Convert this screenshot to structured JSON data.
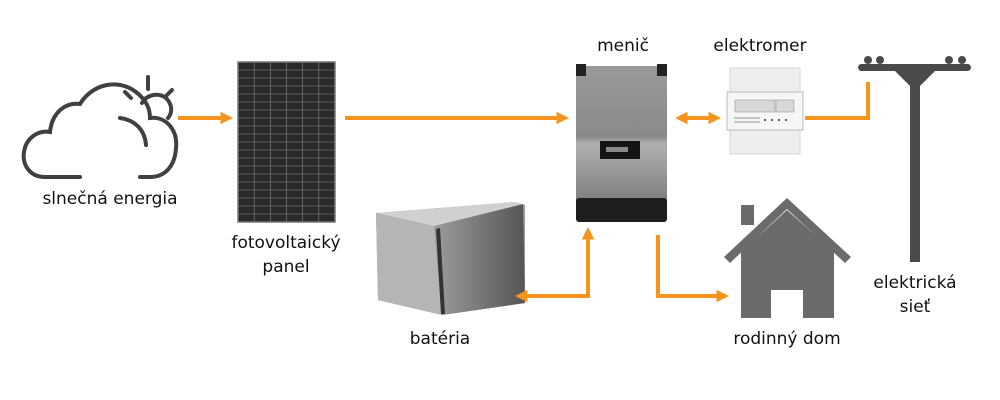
{
  "colors": {
    "arrow": "#f7941d",
    "icon": "#404040",
    "house": "#6b6b6b",
    "pole": "#4a4a4a"
  },
  "labels": {
    "solar": "slnečná energia",
    "panel_line1": "fotovoltaický",
    "panel_line2": "panel",
    "inverter": "menič",
    "meter": "elektromer",
    "grid_line1": "elektrická",
    "grid_line2": "sieť",
    "battery": "batéria",
    "house": "rodinný dom"
  }
}
